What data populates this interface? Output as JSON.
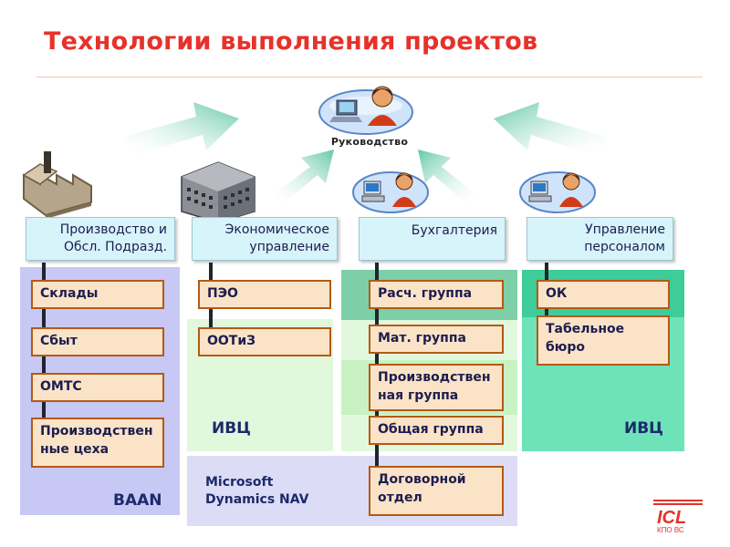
{
  "title": "Технологии выполнения проектов",
  "leadership": {
    "label": "Руководство"
  },
  "departments": [
    {
      "title": "Производство и Обсл. Подразд.",
      "units": [
        "Склады",
        "Сбыт",
        "ОМТС",
        "Производственные цеха"
      ]
    },
    {
      "title": "Экономическое управление",
      "units": [
        "ПЭО",
        "ООТиЗ"
      ]
    },
    {
      "title": "Бухгалтерия",
      "units": [
        "Расч. группа",
        "Мат. группа",
        "Производственная группа",
        "Общая группа",
        "Договорной отдел"
      ]
    },
    {
      "title": "Управление персоналом",
      "units": [
        "ОК",
        "Табельное бюро"
      ]
    }
  ],
  "systems": {
    "baan": "BAAN",
    "ivc_left": "ИВЦ",
    "ivc_right": "ИВЦ",
    "nav_line1": "Microsoft",
    "nav_line2": "Dynamics NAV"
  },
  "logo": {
    "mark": "ICL",
    "sub": "КПО ВС"
  },
  "colors": {
    "title": "#e6322a",
    "header_fill": "#d7f4fa",
    "unit_fill": "#fbe3c8",
    "unit_border": "#b45a14",
    "baan_zone": "#c8c8f4",
    "nav_zone": "#dcdcf6",
    "ivc_zone": "#e2f8dc",
    "ivc_right_zone": "#6ee2b8",
    "arrow": "#62c8a4"
  }
}
